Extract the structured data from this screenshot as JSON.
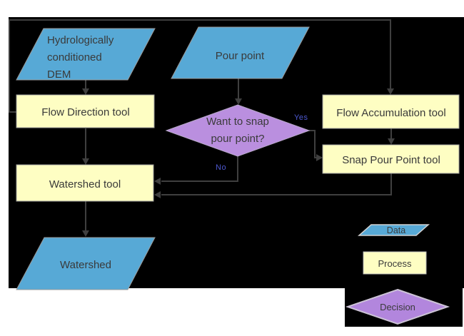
{
  "colors": {
    "page_bg": "#ffffff",
    "canvas_bg": "#000000",
    "data_fill": "#57a9d6",
    "process_fill": "#fefec3",
    "decision_fill": "#ba8fdf",
    "legend_decision_fill": "#b286dd",
    "connector": "#3f3f3f",
    "text": "#3a3a3a",
    "edge_label": "#4d58d0"
  },
  "nodes": {
    "dem": {
      "type": "data",
      "lines": [
        "Hydrologically",
        "conditioned",
        "DEM"
      ]
    },
    "pour_point": {
      "type": "data",
      "label": "Pour point"
    },
    "flow_direction": {
      "type": "process",
      "label": "Flow Direction tool"
    },
    "snap_decision": {
      "type": "decision",
      "lines": [
        "Want to snap",
        "pour point?"
      ]
    },
    "flow_accumulation": {
      "type": "process",
      "label": "Flow Accumulation tool"
    },
    "snap_pour_point": {
      "type": "process",
      "label": "Snap Pour Point tool"
    },
    "watershed_tool": {
      "type": "process",
      "label": "Watershed tool"
    },
    "watershed": {
      "type": "data",
      "label": "Watershed"
    }
  },
  "edges": {
    "yes_label": "Yes",
    "no_label": "No"
  },
  "legend": {
    "data_label": "Data",
    "process_label": "Process",
    "decision_label": "Decision"
  }
}
